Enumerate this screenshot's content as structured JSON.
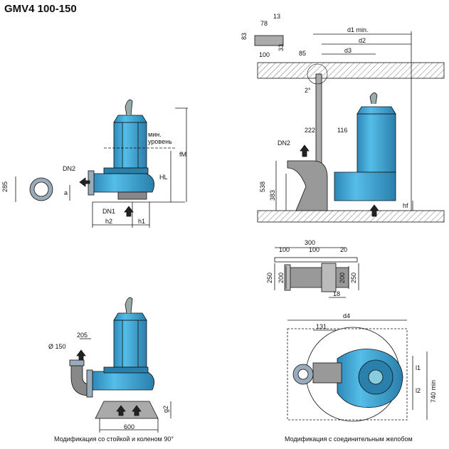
{
  "title": "GMV4 100-150",
  "labels": {
    "dn2": "DN2",
    "dn1": "DN1",
    "a": "a",
    "h1": "h1",
    "h2": "h2",
    "hl": "HL",
    "fm": "fM",
    "min_level": "мин. уровень",
    "d285": "285",
    "d13": "13",
    "d78": "78",
    "d83": "83",
    "d100a": "100",
    "d33": "33",
    "d85": "85",
    "d1": "d1 min.",
    "d2": "d2",
    "d3": "d3",
    "angle": "2°",
    "d222": "222",
    "d116": "116",
    "d538": "538",
    "d383": "383",
    "hf": "hf",
    "d300": "300",
    "d100b": "100",
    "d100c": "100",
    "d20": "20",
    "d250a": "250",
    "d200a": "200",
    "d200b": "200",
    "d250b": "250",
    "d18": "18",
    "phi150": "Ø 150",
    "d205": "205",
    "d600": "600",
    "g2": "g2",
    "d4": "d4",
    "d131": "131",
    "l1": "l1",
    "l2": "l2",
    "d740": "740 min"
  },
  "captions": {
    "left": "Модификация со стойкой и коленом 90°",
    "right": "Модификация с соединительным желобом"
  },
  "colors": {
    "pump": "#3fa9d8",
    "pump_dark": "#2a7fab",
    "metal": "#8c8c8c",
    "line": "#111111"
  }
}
